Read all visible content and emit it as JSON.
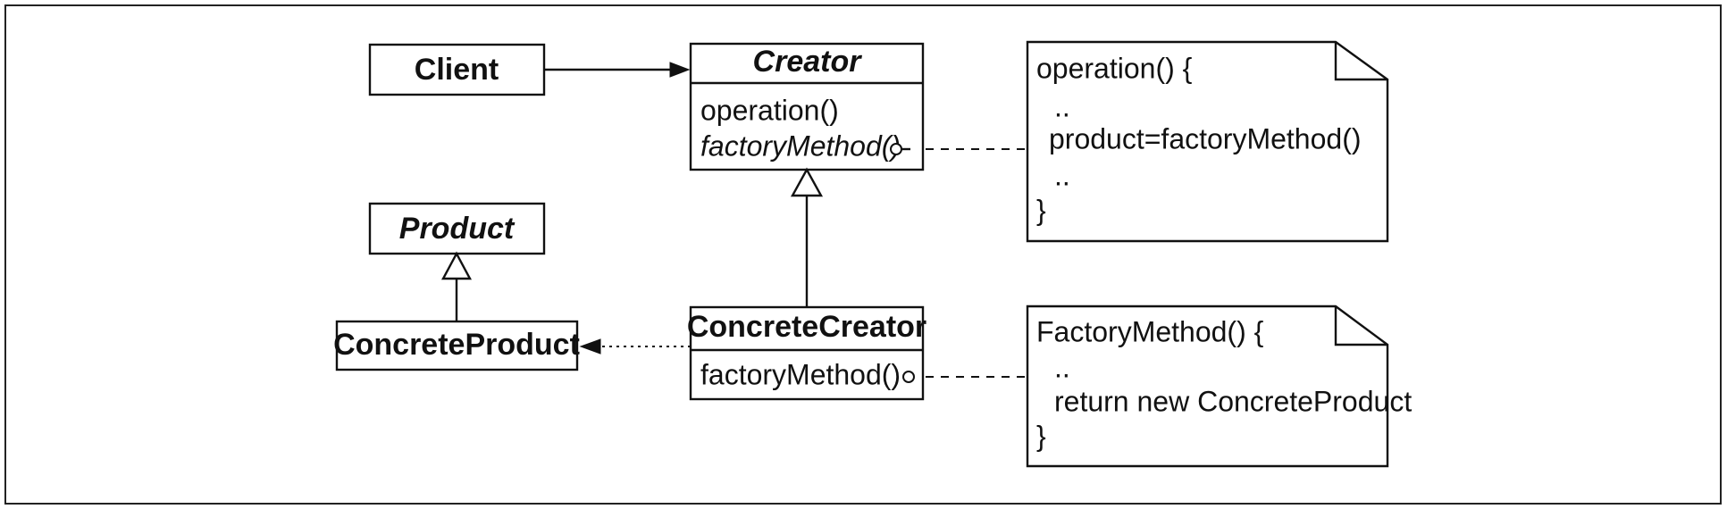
{
  "diagram": {
    "client": {
      "label": "Client"
    },
    "creator": {
      "label": "Creator",
      "methods": [
        "operation()",
        "factoryMethod()"
      ]
    },
    "product": {
      "label": "Product"
    },
    "concrete_product": {
      "label": "ConcreteProduct"
    },
    "concrete_creator": {
      "label": "ConcreteCreator",
      "methods": [
        "factoryMethod()"
      ]
    },
    "notes": {
      "creator_operation": {
        "lines": [
          "operation() {",
          "..",
          "product=factoryMethod()",
          "..",
          "}"
        ]
      },
      "concrete_factory_method": {
        "lines": [
          "FactoryMethod() {",
          "..",
          "return new ConcreteProduct",
          "}"
        ]
      }
    }
  }
}
